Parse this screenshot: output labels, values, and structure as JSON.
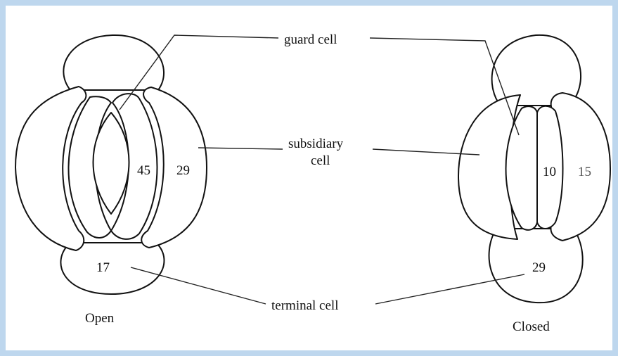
{
  "labels": {
    "guard_cell": "guard cell",
    "subsidiary_line1": "subsidiary",
    "subsidiary_line2": "cell",
    "terminal_cell": "terminal cell"
  },
  "open_state": {
    "caption": "Open",
    "guard_value": "45",
    "subsidiary_value": "29",
    "terminal_value": "17"
  },
  "closed_state": {
    "caption": "Closed",
    "guard_value": "10",
    "subsidiary_value": "15",
    "terminal_value": "29"
  },
  "colors": {
    "frame": "#bed7ee",
    "background": "#ffffff",
    "outline": "#111111",
    "muted_number": "#555555"
  }
}
